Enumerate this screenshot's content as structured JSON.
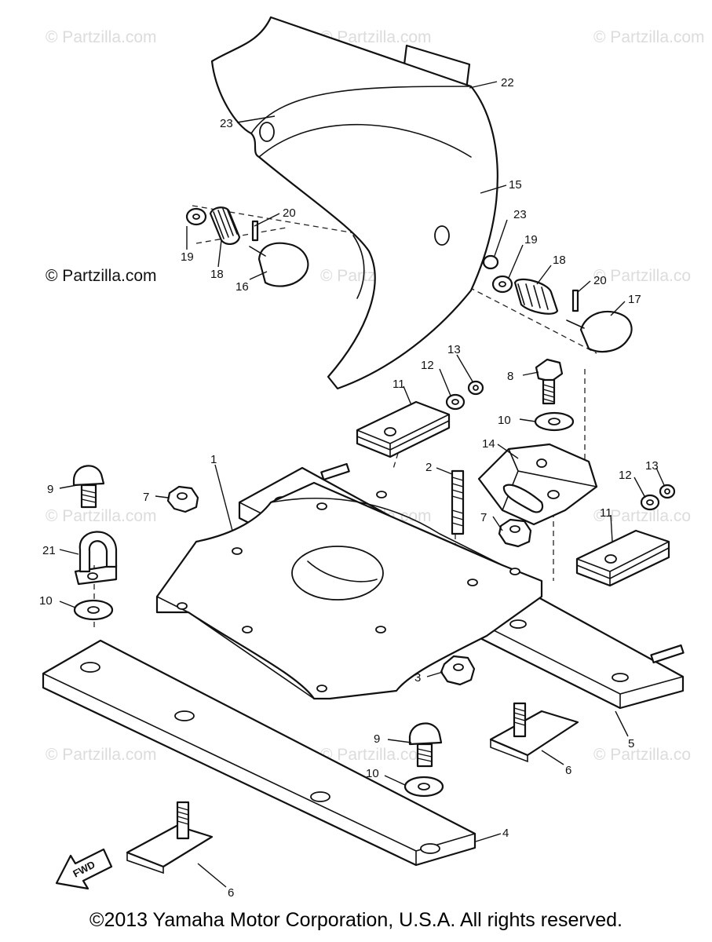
{
  "watermarks": [
    "© Partzilla.com",
    "© Partzilla.com",
    "© Partzilla.com",
    "© Partzilla.com",
    "© Partzilla.com",
    "© Partzilla.co",
    "© Partzilla.com",
    "© Partzilla.com",
    "© Partzilla.co",
    "© Partzilla.com",
    "© Partzilla.com",
    "© Partzilla.co"
  ],
  "watermark_strong": "© Partzilla.com",
  "fwd_label": "FWD",
  "copyright": "©2013  Yamaha Motor Corporation, U.S.A. All rights reserved.",
  "callouts": {
    "c22": "22",
    "c23a": "23",
    "c15": "15",
    "c20a": "20",
    "c19a": "19",
    "c18a": "18",
    "c16": "16",
    "c23b": "23",
    "c19b": "19",
    "c18b": "18",
    "c20b": "20",
    "c17": "17",
    "c13a": "13",
    "c12a": "12",
    "c8": "8",
    "c11a": "11",
    "c10a": "10",
    "c14": "14",
    "c2": "2",
    "c12b": "12",
    "c13b": "13",
    "c9a": "9",
    "c7a": "7",
    "c1": "1",
    "c7b": "7",
    "c11b": "11",
    "c21": "21",
    "c10b": "10",
    "c3": "3",
    "c5": "5",
    "c9b": "9",
    "c6a": "6",
    "c10c": "10",
    "c4": "4",
    "c6b": "6"
  }
}
